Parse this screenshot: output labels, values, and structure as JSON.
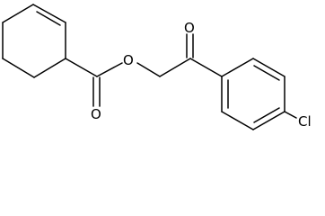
{
  "molecule": {
    "atoms": {
      "ester_oxygen": "O",
      "carbonyl_oxygen_ester": "O",
      "carbonyl_oxygen_ketone": "O",
      "chlorine": "Cl"
    }
  },
  "colors": {
    "bond": "#000000",
    "label": "#000000",
    "background": "#ffffff"
  }
}
